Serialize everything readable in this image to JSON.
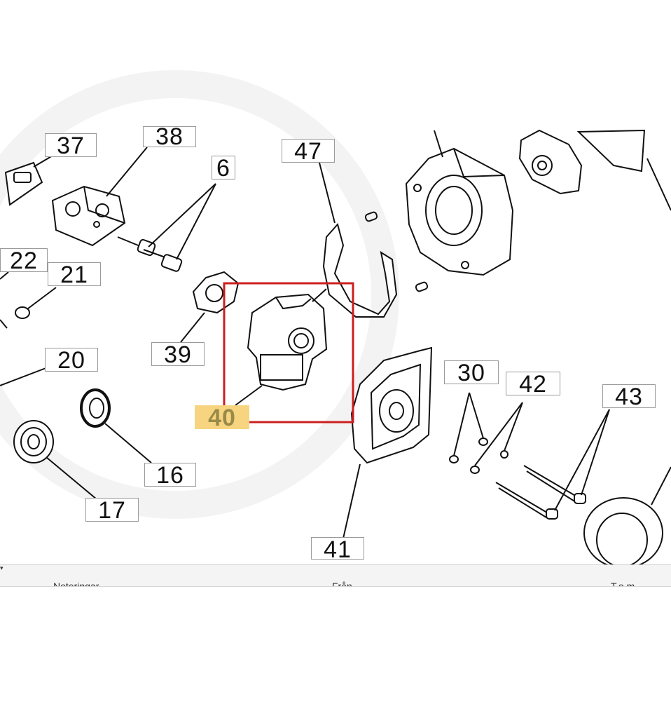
{
  "callouts": [
    {
      "id": "c37",
      "label": "37"
    },
    {
      "id": "c38",
      "label": "38"
    },
    {
      "id": "c6",
      "label": "6"
    },
    {
      "id": "c47",
      "label": "47"
    },
    {
      "id": "c22",
      "label": "22"
    },
    {
      "id": "c21",
      "label": "21"
    },
    {
      "id": "c39",
      "label": "39"
    },
    {
      "id": "c20",
      "label": "20"
    },
    {
      "id": "c40",
      "label": "40"
    },
    {
      "id": "c30",
      "label": "30"
    },
    {
      "id": "c42",
      "label": "42"
    },
    {
      "id": "c43",
      "label": "43"
    },
    {
      "id": "c16",
      "label": "16"
    },
    {
      "id": "c17",
      "label": "17"
    },
    {
      "id": "c41",
      "label": "41"
    }
  ],
  "selected_part": "40",
  "highlight_color": "#f7d580",
  "selection_color": "#cc1f1f",
  "table_columns": {
    "notes": "Noteringar",
    "from": "Från",
    "to": "T.o.m"
  },
  "dropdown_icon": "chevron-down-icon"
}
